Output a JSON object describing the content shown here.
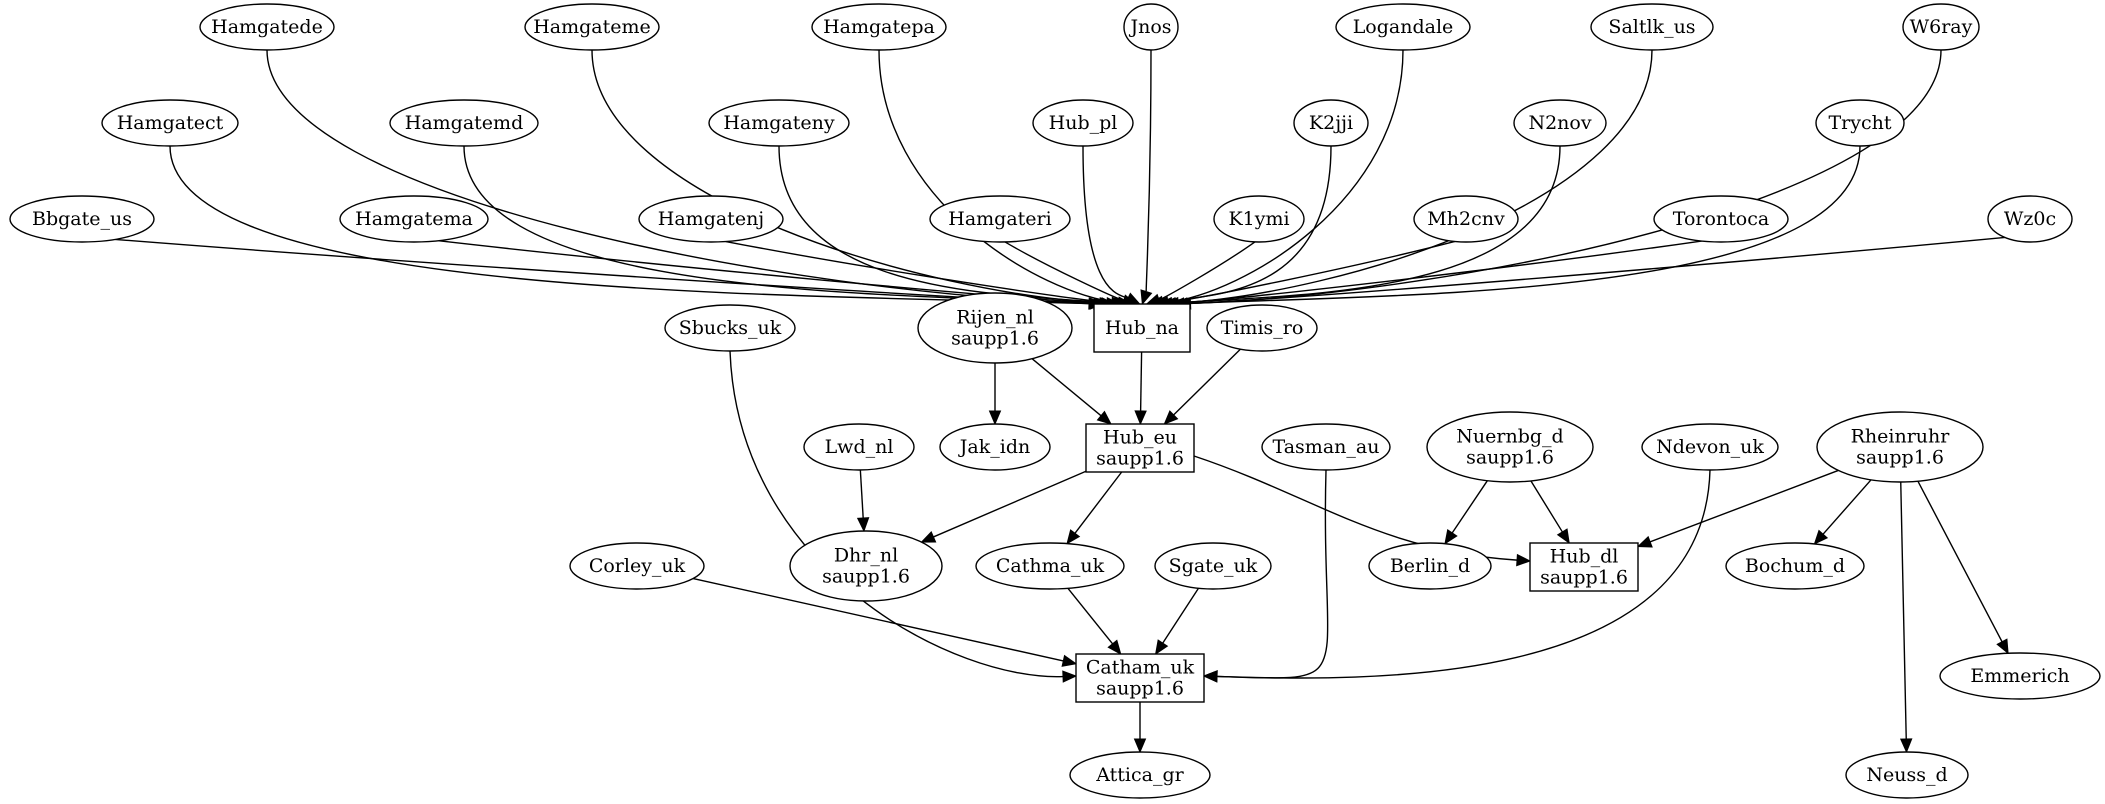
{
  "diagram": {
    "type": "directed-graph",
    "nodes": [
      {
        "id": "hamgatede",
        "shape": "ellipse",
        "lines": [
          "Hamgatede"
        ]
      },
      {
        "id": "hamgateme",
        "shape": "ellipse",
        "lines": [
          "Hamgateme"
        ]
      },
      {
        "id": "hamgatepa",
        "shape": "ellipse",
        "lines": [
          "Hamgatepa"
        ]
      },
      {
        "id": "jnos",
        "shape": "ellipse",
        "lines": [
          "Jnos"
        ]
      },
      {
        "id": "logandale",
        "shape": "ellipse",
        "lines": [
          "Logandale"
        ]
      },
      {
        "id": "saltlk_us",
        "shape": "ellipse",
        "lines": [
          "Saltlk_us"
        ]
      },
      {
        "id": "w6ray",
        "shape": "ellipse",
        "lines": [
          "W6ray"
        ]
      },
      {
        "id": "hamgatect",
        "shape": "ellipse",
        "lines": [
          "Hamgatect"
        ]
      },
      {
        "id": "hamgatemd",
        "shape": "ellipse",
        "lines": [
          "Hamgatemd"
        ]
      },
      {
        "id": "hamgateny",
        "shape": "ellipse",
        "lines": [
          "Hamgateny"
        ]
      },
      {
        "id": "hub_pl",
        "shape": "ellipse",
        "lines": [
          "Hub_pl"
        ]
      },
      {
        "id": "k2jji",
        "shape": "ellipse",
        "lines": [
          "K2jji"
        ]
      },
      {
        "id": "n2nov",
        "shape": "ellipse",
        "lines": [
          "N2nov"
        ]
      },
      {
        "id": "trycht",
        "shape": "ellipse",
        "lines": [
          "Trycht"
        ]
      },
      {
        "id": "bbgate_us",
        "shape": "ellipse",
        "lines": [
          "Bbgate_us"
        ]
      },
      {
        "id": "hamgatema",
        "shape": "ellipse",
        "lines": [
          "Hamgatema"
        ]
      },
      {
        "id": "hamgatenj",
        "shape": "ellipse",
        "lines": [
          "Hamgatenj"
        ]
      },
      {
        "id": "hamgateri",
        "shape": "ellipse",
        "lines": [
          "Hamgateri"
        ]
      },
      {
        "id": "k1ymi",
        "shape": "ellipse",
        "lines": [
          "K1ymi"
        ]
      },
      {
        "id": "mh2cnv",
        "shape": "ellipse",
        "lines": [
          "Mh2cnv"
        ]
      },
      {
        "id": "torontoca",
        "shape": "ellipse",
        "lines": [
          "Torontoca"
        ]
      },
      {
        "id": "wz0c",
        "shape": "ellipse",
        "lines": [
          "Wz0c"
        ]
      },
      {
        "id": "hub_na",
        "shape": "box",
        "lines": [
          "Hub_na"
        ]
      },
      {
        "id": "sbucks_uk",
        "shape": "ellipse",
        "lines": [
          "Sbucks_uk"
        ]
      },
      {
        "id": "rijen_nl",
        "shape": "ellipse",
        "lines": [
          "Rijen_nl",
          "saupp1.6"
        ]
      },
      {
        "id": "timis_ro",
        "shape": "ellipse",
        "lines": [
          "Timis_ro"
        ]
      },
      {
        "id": "lwd_nl",
        "shape": "ellipse",
        "lines": [
          "Lwd_nl"
        ]
      },
      {
        "id": "jak_idn",
        "shape": "ellipse",
        "lines": [
          "Jak_idn"
        ]
      },
      {
        "id": "hub_eu",
        "shape": "box",
        "lines": [
          "Hub_eu",
          "saupp1.6"
        ]
      },
      {
        "id": "tasman_au",
        "shape": "ellipse",
        "lines": [
          "Tasman_au"
        ]
      },
      {
        "id": "nuernbg_d",
        "shape": "ellipse",
        "lines": [
          "Nuernbg_d",
          "saupp1.6"
        ]
      },
      {
        "id": "ndevon_uk",
        "shape": "ellipse",
        "lines": [
          "Ndevon_uk"
        ]
      },
      {
        "id": "rheinruhr",
        "shape": "ellipse",
        "lines": [
          "Rheinruhr",
          "saupp1.6"
        ]
      },
      {
        "id": "dhr_nl",
        "shape": "ellipse",
        "lines": [
          "Dhr_nl",
          "saupp1.6"
        ]
      },
      {
        "id": "corley_uk",
        "shape": "ellipse",
        "lines": [
          "Corley_uk"
        ]
      },
      {
        "id": "cathma_uk",
        "shape": "ellipse",
        "lines": [
          "Cathma_uk"
        ]
      },
      {
        "id": "sgate_uk",
        "shape": "ellipse",
        "lines": [
          "Sgate_uk"
        ]
      },
      {
        "id": "berlin_d",
        "shape": "ellipse",
        "lines": [
          "Berlin_d"
        ]
      },
      {
        "id": "hub_dl",
        "shape": "box",
        "lines": [
          "Hub_dl",
          "saupp1.6"
        ]
      },
      {
        "id": "bochum_d",
        "shape": "ellipse",
        "lines": [
          "Bochum_d"
        ]
      },
      {
        "id": "emmerich",
        "shape": "ellipse",
        "lines": [
          "Emmerich"
        ]
      },
      {
        "id": "catham_uk",
        "shape": "box",
        "lines": [
          "Catham_uk",
          "saupp1.6"
        ]
      },
      {
        "id": "attica_gr",
        "shape": "ellipse",
        "lines": [
          "Attica_gr"
        ]
      },
      {
        "id": "neuss_d",
        "shape": "ellipse",
        "lines": [
          "Neuss_d"
        ]
      }
    ],
    "edges": [
      {
        "from": "hamgatede",
        "to": "hub_na"
      },
      {
        "from": "hamgateme",
        "to": "hub_na"
      },
      {
        "from": "hamgatepa",
        "to": "hub_na"
      },
      {
        "from": "jnos",
        "to": "hub_na"
      },
      {
        "from": "logandale",
        "to": "hub_na"
      },
      {
        "from": "saltlk_us",
        "to": "hub_na"
      },
      {
        "from": "w6ray",
        "to": "hub_na"
      },
      {
        "from": "hamgatect",
        "to": "hub_na"
      },
      {
        "from": "hamgatemd",
        "to": "hub_na"
      },
      {
        "from": "hamgateny",
        "to": "hub_na"
      },
      {
        "from": "hub_pl",
        "to": "hub_na"
      },
      {
        "from": "k2jji",
        "to": "hub_na"
      },
      {
        "from": "n2nov",
        "to": "hub_na"
      },
      {
        "from": "trycht",
        "to": "hub_na"
      },
      {
        "from": "bbgate_us",
        "to": "hub_na"
      },
      {
        "from": "hamgatema",
        "to": "hub_na"
      },
      {
        "from": "hamgatenj",
        "to": "hub_na"
      },
      {
        "from": "hamgateri",
        "to": "hub_na"
      },
      {
        "from": "k1ymi",
        "to": "hub_na"
      },
      {
        "from": "mh2cnv",
        "to": "hub_na"
      },
      {
        "from": "torontoca",
        "to": "hub_na"
      },
      {
        "from": "wz0c",
        "to": "hub_na"
      },
      {
        "from": "hub_na",
        "to": "hub_eu"
      },
      {
        "from": "rijen_nl",
        "to": "hub_eu"
      },
      {
        "from": "timis_ro",
        "to": "hub_eu"
      },
      {
        "from": "rijen_nl",
        "to": "jak_idn"
      },
      {
        "from": "lwd_nl",
        "to": "dhr_nl"
      },
      {
        "from": "hub_eu",
        "to": "dhr_nl"
      },
      {
        "from": "hub_eu",
        "to": "cathma_uk"
      },
      {
        "from": "hub_eu",
        "to": "hub_dl"
      },
      {
        "from": "nuernbg_d",
        "to": "berlin_d"
      },
      {
        "from": "nuernbg_d",
        "to": "hub_dl"
      },
      {
        "from": "rheinruhr",
        "to": "hub_dl"
      },
      {
        "from": "rheinruhr",
        "to": "bochum_d"
      },
      {
        "from": "rheinruhr",
        "to": "emmerich"
      },
      {
        "from": "rheinruhr",
        "to": "neuss_d"
      },
      {
        "from": "sbucks_uk",
        "to": "catham_uk"
      },
      {
        "from": "corley_uk",
        "to": "catham_uk"
      },
      {
        "from": "cathma_uk",
        "to": "catham_uk"
      },
      {
        "from": "sgate_uk",
        "to": "catham_uk"
      },
      {
        "from": "tasman_au",
        "to": "catham_uk"
      },
      {
        "from": "ndevon_uk",
        "to": "catham_uk"
      },
      {
        "from": "catham_uk",
        "to": "attica_gr"
      }
    ]
  }
}
